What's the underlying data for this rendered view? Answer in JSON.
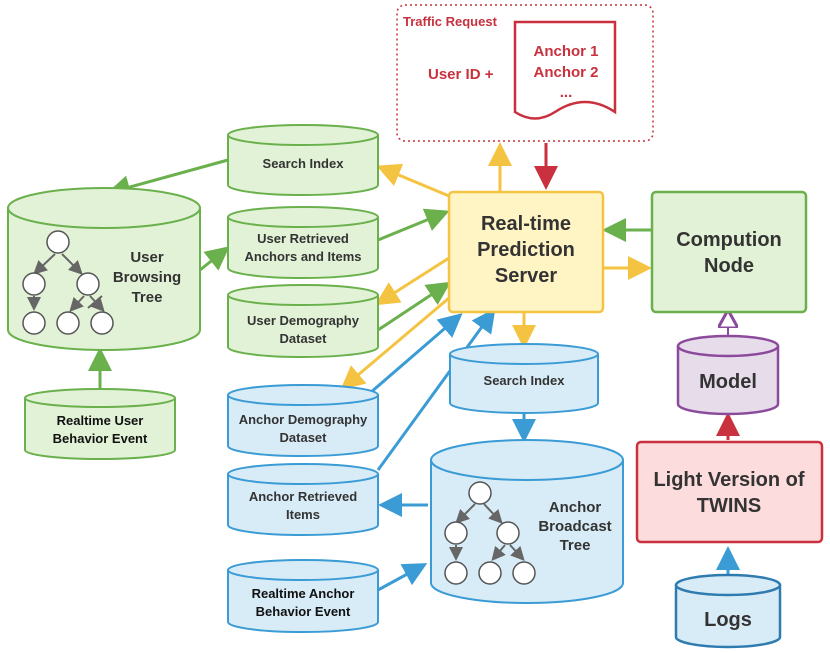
{
  "traffic_request": {
    "title": "Traffic Request",
    "user_id": "User ID  +",
    "anchor_1": "Anchor 1",
    "anchor_2": "Anchor 2",
    "ellipsis": "..."
  },
  "left_stores": {
    "search_index": "Search Index",
    "user_retrieved_1": "User Retrieved",
    "user_retrieved_2": "Anchors and Items",
    "user_demography_1": "User Demography",
    "user_demography_2": "Dataset"
  },
  "user_tree": {
    "label_1": "User",
    "label_2": "Browsing",
    "label_3": "Tree"
  },
  "user_event": {
    "label_1": "Realtime User",
    "label_2": "Behavior Event"
  },
  "server": {
    "label_1": "Real-time",
    "label_2": "Prediction",
    "label_3": "Server"
  },
  "compute": {
    "label_1": "Compution",
    "label_2": "Node"
  },
  "model": {
    "label": "Model"
  },
  "twins": {
    "label_1": "Light Version of",
    "label_2": "TWINS"
  },
  "logs": {
    "label": "Logs"
  },
  "anchor_stores": {
    "search_index": "Search Index",
    "anchor_demography_1": "Anchor Demography",
    "anchor_demography_2": "Dataset",
    "anchor_retrieved_1": "Anchor Retrieved",
    "anchor_retrieved_2": "Items"
  },
  "anchor_tree": {
    "label_1": "Anchor",
    "label_2": "Broadcast",
    "label_3": "Tree"
  },
  "anchor_event": {
    "label_1": "Realtime Anchor",
    "label_2": "Behavior Event"
  },
  "colors": {
    "green_fill": "#e2f2d6",
    "green_stroke": "#6ab04c",
    "blue_fill": "#d8ecf8",
    "blue_stroke": "#3a9bd5",
    "yellow_fill": "#fff4c4",
    "yellow_stroke": "#f5c342",
    "red_stroke": "#c8313d",
    "pink_fill": "#fcdcdc",
    "purple_fill": "#e6dcea",
    "purple_stroke": "#8b4a9c"
  }
}
